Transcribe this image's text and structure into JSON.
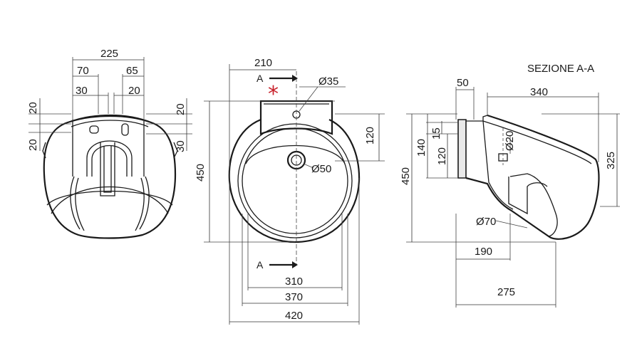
{
  "section_title": "SEZIONE A-A",
  "front_view": {
    "dims": {
      "overall_width": "225",
      "left_offset": "70",
      "right_offset": "65",
      "left_inner": "30",
      "right_inner": "20",
      "top_left": "20",
      "lower_left": "20",
      "top_right": "20",
      "lower_right": "30"
    }
  },
  "top_view": {
    "section_marker": "A",
    "section_marker_bottom": "A",
    "dims": {
      "offset_top": "210",
      "hole_small": "Ø35",
      "hole_drain": "Ø50",
      "bracket_height": "120",
      "height": "450",
      "width_inner": "310",
      "width_mid": "370",
      "width_outer": "420"
    },
    "marker_symbol": "*",
    "marker_color": "#c8202a"
  },
  "section_view": {
    "dims": {
      "top_wall": "50",
      "depth_top": "340",
      "dim_15": "15",
      "dim_140": "140",
      "dim_120": "120",
      "hole_d20": "Ø20",
      "height_left": "450",
      "height_right": "325",
      "drain_d70": "Ø70",
      "dim_190": "190",
      "dim_275": "275"
    }
  }
}
